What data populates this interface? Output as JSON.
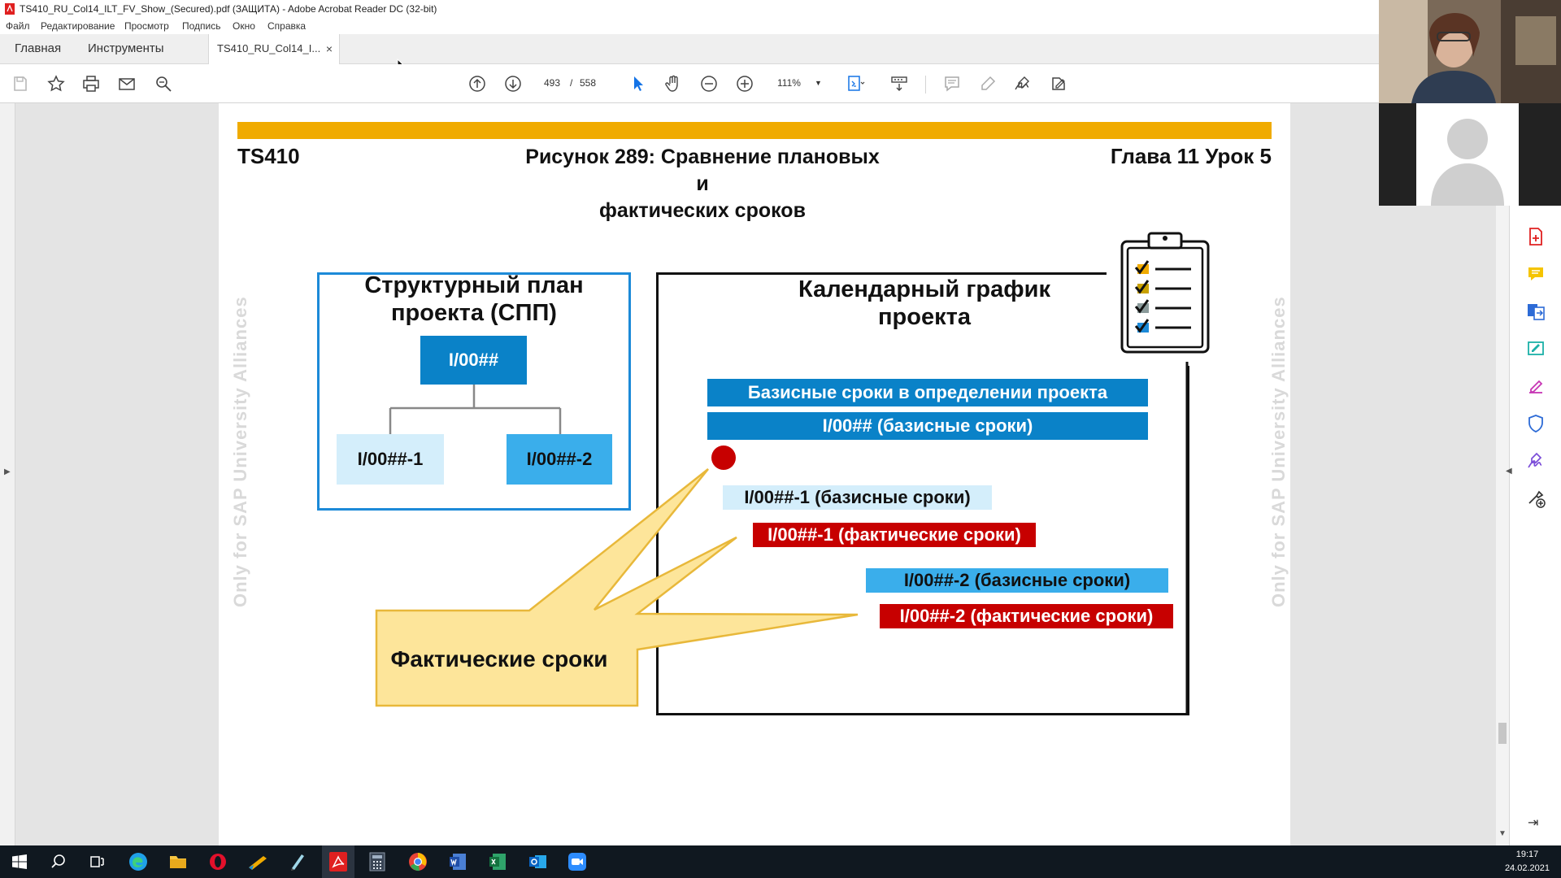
{
  "window": {
    "title": "TS410_RU_Col14_ILT_FV_Show_(Secured).pdf (ЗАЩИТА) - Adobe Acrobat Reader DC (32-bit)"
  },
  "menu": [
    "Файл",
    "Редактирование",
    "Просмотр",
    "Подпись",
    "Окно",
    "Справка"
  ],
  "tabs": {
    "home": "Главная",
    "tools": "Инструменты",
    "document": "TS410_RU_Col14_I...",
    "close": "×"
  },
  "toolbar": {
    "page_current": "493",
    "page_separator": "/",
    "page_total": "558",
    "zoom": "111%"
  },
  "slide": {
    "header_left": "TS410",
    "header_title_line1": "Рисунок 289: Сравнение плановых и",
    "header_title_line2": "фактических сроков",
    "header_right": "Глава 11 Урок 5",
    "watermark": "Only for SAP University Alliances",
    "wbs": {
      "title_line1": "Структурный план",
      "title_line2": "проекта (СПП)",
      "root": "I/00##",
      "child1": "I/00##-1",
      "child2": "I/00##-2"
    },
    "schedule": {
      "title_line1": "Календарный график",
      "title_line2": "проекта",
      "bars": [
        "Базисные сроки в определении проекта",
        "I/00## (базисные сроки)",
        "I/00##-1 (базисные сроки)",
        "I/00##-1 (фактические сроки)",
        "I/00##-2 (базисные сроки)",
        "I/00##-2 (фактические сроки)"
      ]
    },
    "callout": "Фактические сроки"
  },
  "taskbar": {
    "time": "19:17",
    "date": "24.02.2021"
  },
  "colors": {
    "accent_band": "#f0ab00",
    "sap_blue": "#0a82c8",
    "light_blue": "#d4eefb",
    "mid_blue": "#3aaeeb",
    "actual_red": "#c70000",
    "callout_fill": "#fde59a",
    "callout_stroke": "#e8b83a"
  }
}
